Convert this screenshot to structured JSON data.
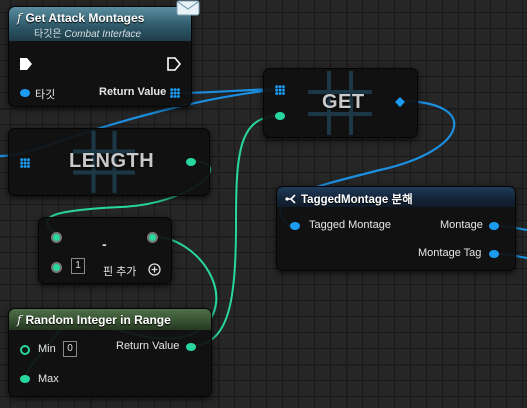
{
  "nodes": {
    "get_attack_montages": {
      "title": "Get Attack Montages",
      "subtitle_target": "타깃은",
      "subtitle_iface": "Combat Interface",
      "pin_target": "타깃",
      "pin_return": "Return Value"
    },
    "get": {
      "title": "GET"
    },
    "length": {
      "title": "LENGTH"
    },
    "subtract": {
      "title": "-",
      "pin_value": "1",
      "add_pin_label": "핀 추가"
    },
    "tagged_montage_break": {
      "title": "TaggedMontage 분해",
      "pin_input": "Tagged Montage",
      "pin_montage": "Montage",
      "pin_tag": "Montage Tag"
    },
    "random_integer": {
      "title": "Random Integer in Range",
      "pin_min": "Min",
      "pin_min_value": "0",
      "pin_max": "Max",
      "pin_return": "Return Value"
    }
  },
  "colors": {
    "array_pin": "#1c9bf0",
    "int_pin": "#28d7a0",
    "exec_pin": "#ffffff",
    "wire_struct": "#1c8fe0",
    "wire_int": "#28d7a0"
  }
}
